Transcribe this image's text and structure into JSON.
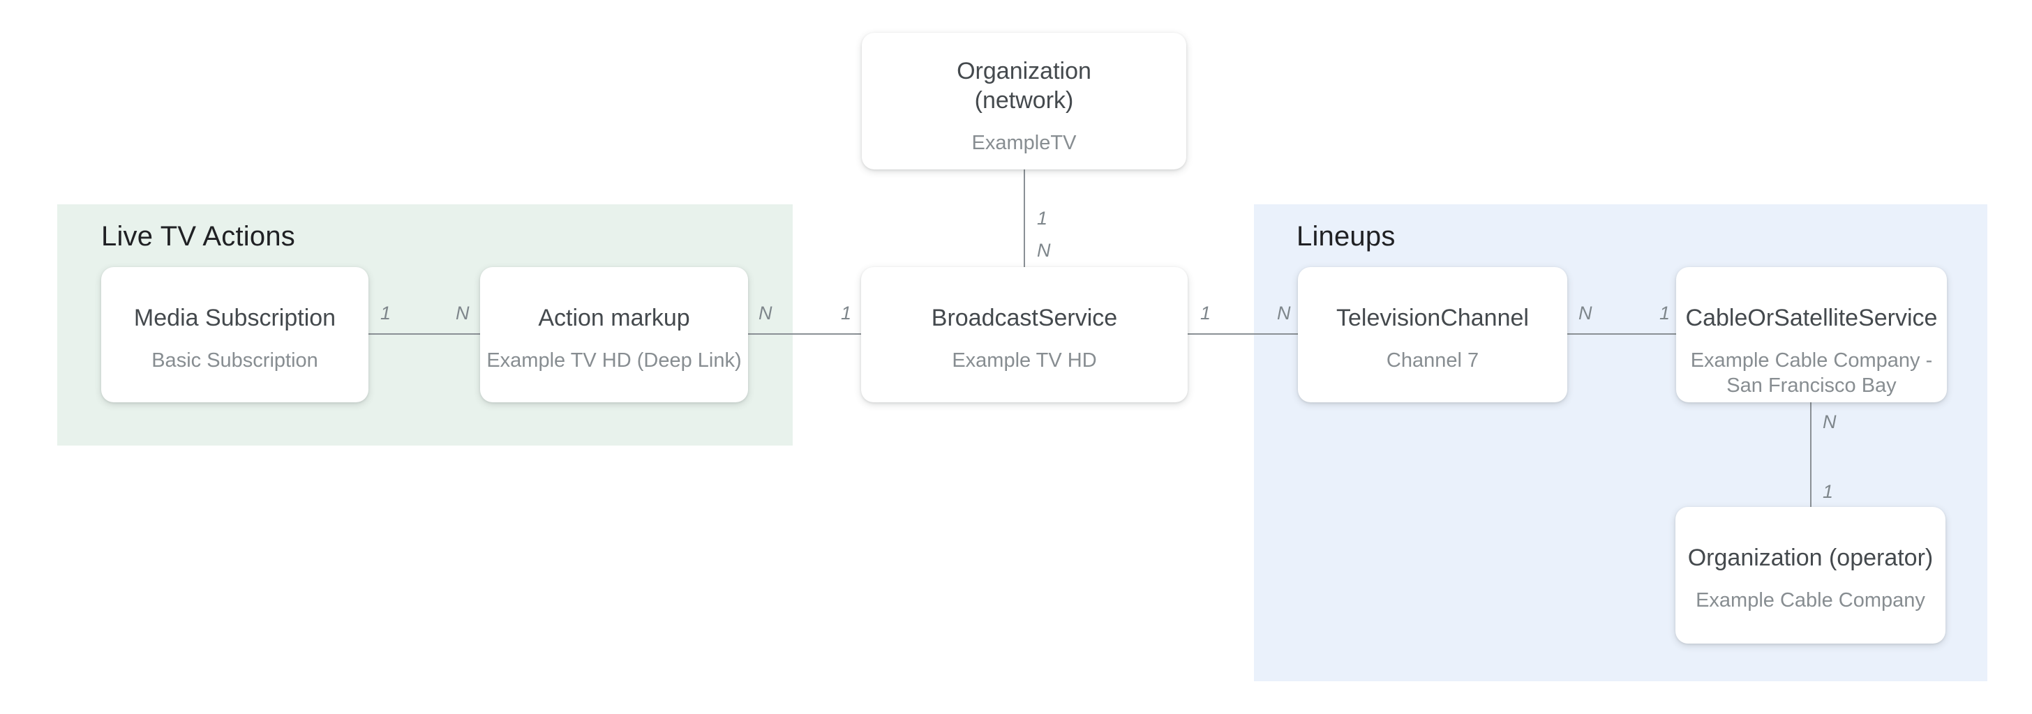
{
  "colors": {
    "live_tv_actions_panel": "#e8f2ec",
    "lineups_panel": "#eaf1fb",
    "card_background": "#ffffff",
    "card_title_text": "#44494d",
    "card_subtitle_text": "#878d91",
    "heading_text": "#202124",
    "connector_line": "#8a9095",
    "edge_label_text": "#7e868b"
  },
  "groups": {
    "live_tv_actions": {
      "label": "Live TV Actions"
    },
    "lineups": {
      "label": "Lineups"
    }
  },
  "nodes": {
    "organization_network": {
      "title": "Organization\n(network)",
      "subtitle": "ExampleTV"
    },
    "media_subscription": {
      "title": "Media Subscription",
      "subtitle": "Basic Subscription"
    },
    "action_markup": {
      "title": "Action markup",
      "subtitle": "Example TV HD (Deep Link)"
    },
    "broadcast_service": {
      "title": "BroadcastService",
      "subtitle": "Example TV HD"
    },
    "television_channel": {
      "title": "TelevisionChannel",
      "subtitle": "Channel 7"
    },
    "cable_or_satellite_service": {
      "title": "CableOrSatelliteService",
      "subtitle": "Example Cable Company -\nSan Francisco Bay"
    },
    "organization_operator": {
      "title": "Organization (operator)",
      "subtitle": "Example Cable Company"
    }
  },
  "edges": {
    "media_subscription_to_action_markup": {
      "start": "1",
      "end": "N"
    },
    "action_markup_to_broadcast_service": {
      "start": "N",
      "end": "1"
    },
    "organization_network_to_broadcast_service": {
      "start": "1",
      "end": "N"
    },
    "broadcast_service_to_television_channel": {
      "start": "1",
      "end": "N"
    },
    "television_channel_to_cable_or_satellite_service": {
      "start": "N",
      "end": "1"
    },
    "cable_or_satellite_service_to_organization_operator": {
      "start": "N",
      "end": "1"
    }
  }
}
